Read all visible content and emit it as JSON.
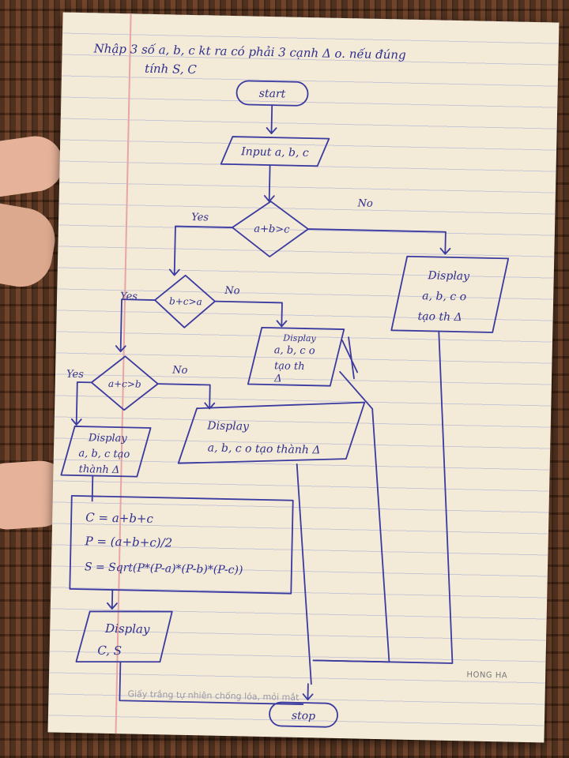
{
  "header": {
    "line1": "Nhập 3 số a, b, c kt ra có phải 3 cạnh Δ o. nếu đúng",
    "line2": "tính S, C"
  },
  "nodes": {
    "start": "start",
    "input": "Input a, b, c",
    "cond1": "a+b>c",
    "cond2": "b+c>a",
    "cond3": "a+c>b",
    "disp_no1": [
      "Display",
      "a, b, c o",
      "tạo th Δ"
    ],
    "disp_no2": [
      "Display",
      "a, b, c o",
      "tạo th",
      "Δ"
    ],
    "disp_no3": [
      "Display",
      "a, b, c o tạo thành Δ"
    ],
    "disp_yes": [
      "Display",
      "a, b, c tạo",
      "thành Δ"
    ],
    "process": [
      "C = a+b+c",
      "P = (a+b+c)/2",
      "S = Sqrt(P*(P-a)*(P-b)*(P-c))"
    ],
    "disp_out": [
      "Display",
      "C, S"
    ],
    "stop": "stop"
  },
  "edge_labels": {
    "yes1": "Yes",
    "no1": "No",
    "yes2": "Yes",
    "no2": "No",
    "yes3": "Yes",
    "no3": "No"
  },
  "paper": {
    "brand": "HONG HA",
    "footer": "Giấy trắng tự nhiên chống lóa, mỏi mắt"
  },
  "colors": {
    "ink": "#3a3aa0",
    "paper": "#f3ead7",
    "rule_line": "#c9c6d6",
    "margin_line": "#e7a6a4"
  }
}
